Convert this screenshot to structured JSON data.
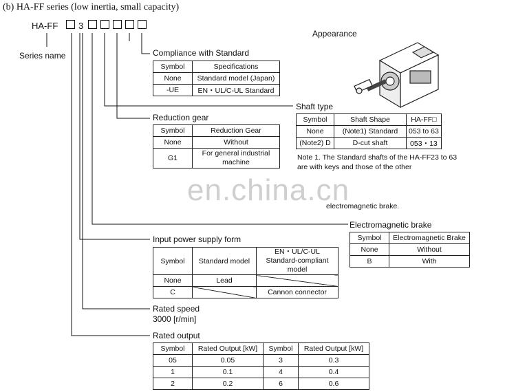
{
  "heading": "(b) HA-FF series (low inertia, small capacity)",
  "model_code": {
    "prefix": "HA-FF",
    "digit": "3",
    "box": "□"
  },
  "series_name": "Series name",
  "appearance": "Appearance",
  "compliance": {
    "title": "Compliance with Standard",
    "headers": [
      "Symbol",
      "Specifications"
    ],
    "rows": [
      [
        "None",
        "Standard model (Japan)"
      ],
      [
        "-UE",
        "EN・UL/C-UL Standard"
      ]
    ]
  },
  "reduction": {
    "title": "Reduction gear",
    "headers": [
      "Symbol",
      "Reduction Gear"
    ],
    "rows": [
      [
        "None",
        "Without"
      ],
      [
        "G1",
        "For general industrial machine"
      ]
    ]
  },
  "shaft": {
    "title": "Shaft type",
    "headers": [
      "Symbol",
      "Shaft Shape",
      "HA-FF□"
    ],
    "rows": [
      [
        "None",
        "(Note1) Standard",
        "053 to 63"
      ],
      [
        "(Note2) D",
        "D-cut shaft",
        "053・13"
      ]
    ],
    "note": "Note 1. The Standard shafts of the HA-FF23 to 63 are with keys and those of the other",
    "note_cont": "electromagnetic brake."
  },
  "brake": {
    "title": "Electromagnetic brake",
    "headers": [
      "Symbol",
      "Electromagnetic Brake"
    ],
    "rows": [
      [
        "None",
        "Without"
      ],
      [
        "B",
        "With"
      ]
    ]
  },
  "power": {
    "title": "Input power supply form",
    "headers": [
      "Symbol",
      "Standard model",
      "EN・UL/C-UL Standard-compliant model"
    ],
    "rows": [
      [
        "None",
        "Lead",
        ""
      ],
      [
        "C",
        "",
        "Cannon connector"
      ]
    ]
  },
  "speed": {
    "title": "Rated speed",
    "value": "3000 [r/min]"
  },
  "output": {
    "title": "Rated output",
    "headers": [
      "Symbol",
      "Rated Output [kW]",
      "Symbol",
      "Rated Output [kW]"
    ],
    "rows": [
      [
        "05",
        "0.05",
        "3",
        "0.3"
      ],
      [
        "1",
        "0.1",
        "4",
        "0.4"
      ],
      [
        "2",
        "0.2",
        "6",
        "0.6"
      ]
    ]
  },
  "watermark": "en.china.cn"
}
